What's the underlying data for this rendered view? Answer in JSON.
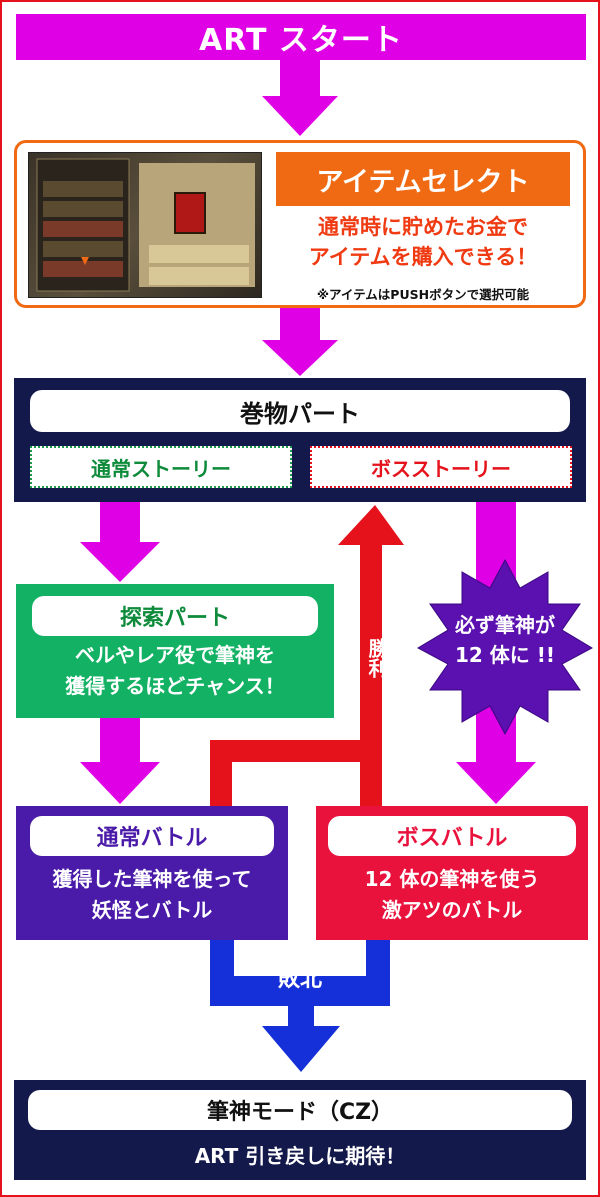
{
  "art_start": "ART スタート",
  "item_select": {
    "title": "アイテムセレクト",
    "desc_line1": "通常時に貯めたお金で",
    "desc_line2": "アイテムを購入できる！",
    "note": "※アイテムはPUSHボタンで選択可能"
  },
  "scroll_part": {
    "title": "巻物パート",
    "normal_story": "通常ストーリー",
    "boss_story": "ボスストーリー"
  },
  "explore_part": {
    "title": "探索パート",
    "desc_line1": "ベルやレア役で筆神を",
    "desc_line2": "獲得するほどチャンス！"
  },
  "burst": {
    "line1": "必ず筆神が",
    "line2": "12 体に !!"
  },
  "victory_label": "勝利",
  "normal_battle": {
    "title": "通常バトル",
    "desc_line1": "獲得した筆神を使って",
    "desc_line2": "妖怪とバトル"
  },
  "boss_battle": {
    "title": "ボスバトル",
    "desc_line1": "12 体の筆神を使う",
    "desc_line2": "激アツのバトル"
  },
  "defeat_label": "敗北",
  "fude_mode": {
    "title": "筆神モード（CZ）",
    "desc": "ART 引き戻しに期待！"
  },
  "colors": {
    "magenta": "#e000e6",
    "orange": "#ef6a13",
    "navy": "#13194a",
    "green": "#13b163",
    "purple": "#4a1aa8",
    "red": "#e8123c",
    "blue": "#1530d8"
  }
}
